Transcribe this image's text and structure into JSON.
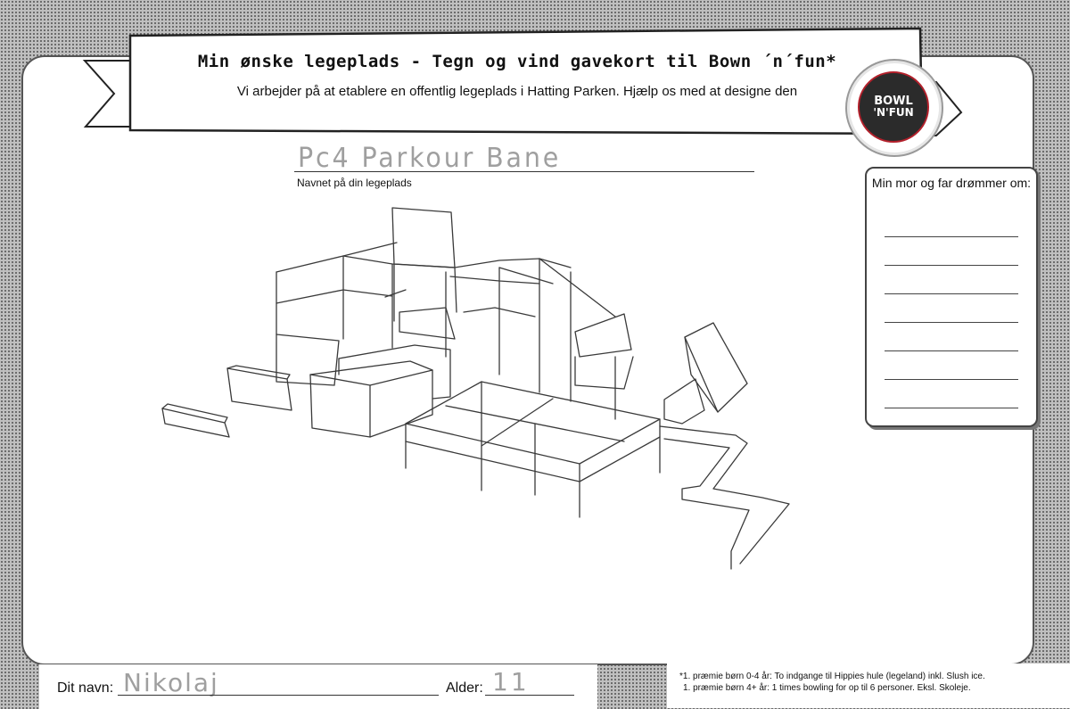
{
  "banner": {
    "title": "Min ønske legeplads - Tegn og vind gavekort til Bown ´n´fun*",
    "subtitle": "Vi arbejder på at etablere en offentlig legeplads i Hatting Parken. Hjælp os med at designe den"
  },
  "logo": {
    "line1": "BOWL",
    "line2": "'N'FUN"
  },
  "playground": {
    "name": "Pc4 Parkour Bane",
    "label": "Navnet på din legeplads"
  },
  "dream_box": {
    "title": "Min mor og far drømmer om:",
    "line_count": 7
  },
  "form": {
    "name_label": "Dit navn:",
    "name_value": "Nikolaj",
    "age_label": "Alder:",
    "age_value": "11"
  },
  "footnote": {
    "line1": "*1. præmie børn 0-4 år: To indgange til Hippies hule (legeland) inkl. Slush ice.",
    "line2": "1. præmie børn 4+ år:  1 times bowling for op til 6 personer. Eksl. Skoleje."
  }
}
